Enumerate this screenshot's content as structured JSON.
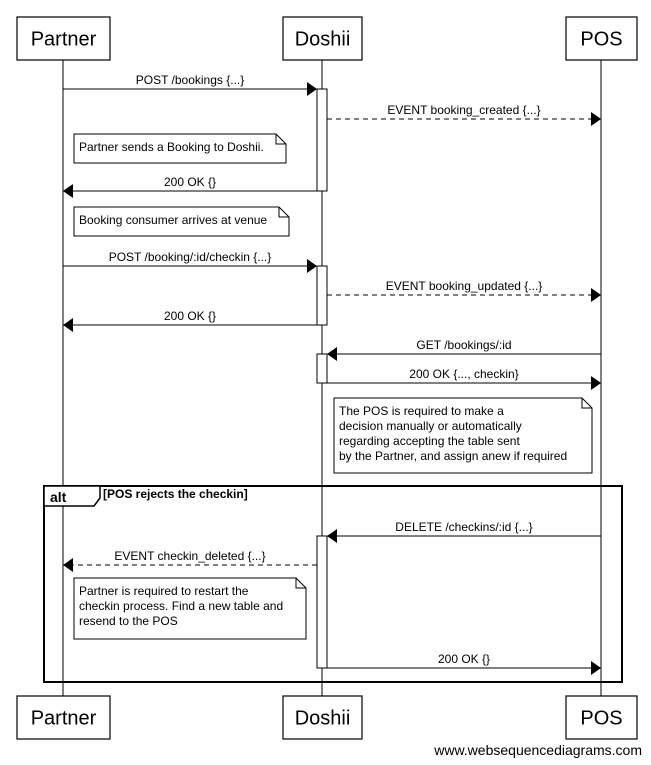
{
  "actors": [
    {
      "id": "partner",
      "label": "Partner"
    },
    {
      "id": "doshii",
      "label": "Doshii"
    },
    {
      "id": "pos",
      "label": "POS"
    }
  ],
  "messages": [
    {
      "from": "partner",
      "to": "doshii",
      "label": "POST /bookings {...}",
      "style": "solid"
    },
    {
      "from": "doshii",
      "to": "pos",
      "label": "EVENT booking_created {...}",
      "style": "dashed"
    },
    {
      "from": "doshii",
      "to": "partner",
      "label": "200 OK {}",
      "style": "solid"
    },
    {
      "from": "partner",
      "to": "doshii",
      "label": "POST /booking/:id/checkin {...}",
      "style": "solid"
    },
    {
      "from": "doshii",
      "to": "pos",
      "label": "EVENT booking_updated {...}",
      "style": "dashed"
    },
    {
      "from": "doshii",
      "to": "partner",
      "label": "200 OK {}",
      "style": "solid"
    },
    {
      "from": "pos",
      "to": "doshii",
      "label": "GET /bookings/:id",
      "style": "solid"
    },
    {
      "from": "doshii",
      "to": "pos",
      "label": "200 OK {..., checkin}",
      "style": "solid"
    },
    {
      "from": "pos",
      "to": "doshii",
      "label": "DELETE /checkins/:id {...}",
      "style": "solid"
    },
    {
      "from": "doshii",
      "to": "partner",
      "label": "EVENT checkin_deleted {...}",
      "style": "dashed"
    },
    {
      "from": "doshii",
      "to": "pos",
      "label": "200 OK {}",
      "style": "solid"
    }
  ],
  "notes": [
    {
      "lines": [
        "Partner sends a Booking to Doshii."
      ]
    },
    {
      "lines": [
        "Booking consumer arrives at venue"
      ]
    },
    {
      "lines": [
        "The POS is required to make a",
        "decision manually or automatically",
        "regarding accepting the table sent",
        "by the Partner, and assign anew if required"
      ]
    },
    {
      "lines": [
        "Partner is required to restart the",
        "checkin process. Find a new table and",
        "resend to the POS"
      ]
    }
  ],
  "fragment": {
    "operator": "alt",
    "condition": "[POS rejects the checkin]"
  },
  "watermark": "www.websequencediagrams.com"
}
